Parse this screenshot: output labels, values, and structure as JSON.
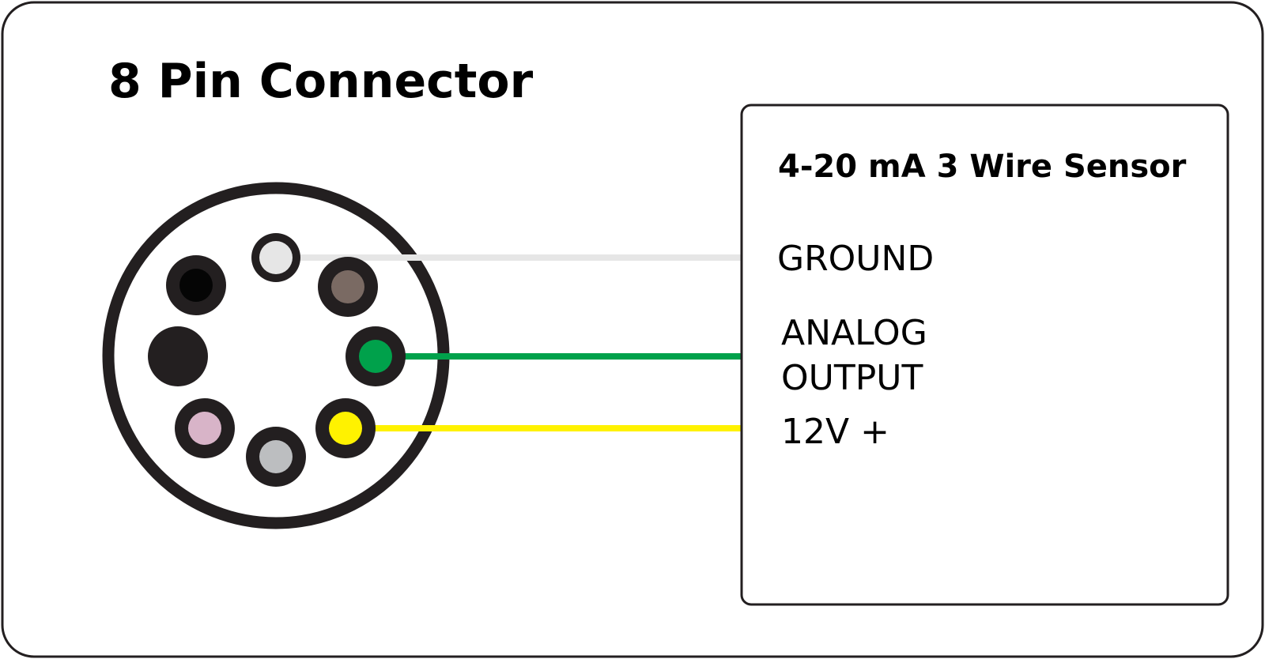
{
  "connector": {
    "title": "8 Pin Connector",
    "pins": [
      {
        "id": "pin-top",
        "color": "#e6e6e6"
      },
      {
        "id": "pin-upper-left",
        "color": "#050505"
      },
      {
        "id": "pin-upper-right",
        "color": "#7a6a63"
      },
      {
        "id": "pin-left",
        "color": "#231f20"
      },
      {
        "id": "pin-right",
        "color": "#00a14b"
      },
      {
        "id": "pin-lower-left",
        "color": "#d8b4c8"
      },
      {
        "id": "pin-bottom",
        "color": "#bcbec0"
      },
      {
        "id": "pin-lower-right",
        "color": "#fff200"
      }
    ]
  },
  "sensor": {
    "title": "4-20 mA 3 Wire Sensor",
    "labels": {
      "ground": "GROUND",
      "analog_line1": "ANALOG",
      "analog_line2": "OUTPUT",
      "power": "12V +"
    }
  },
  "wires": [
    {
      "name": "ground",
      "color": "#e6e6e6"
    },
    {
      "name": "analog-output",
      "color": "#00a14b"
    },
    {
      "name": "power",
      "color": "#fff200"
    }
  ],
  "colors": {
    "outline": "#231f20",
    "background": "#ffffff"
  }
}
